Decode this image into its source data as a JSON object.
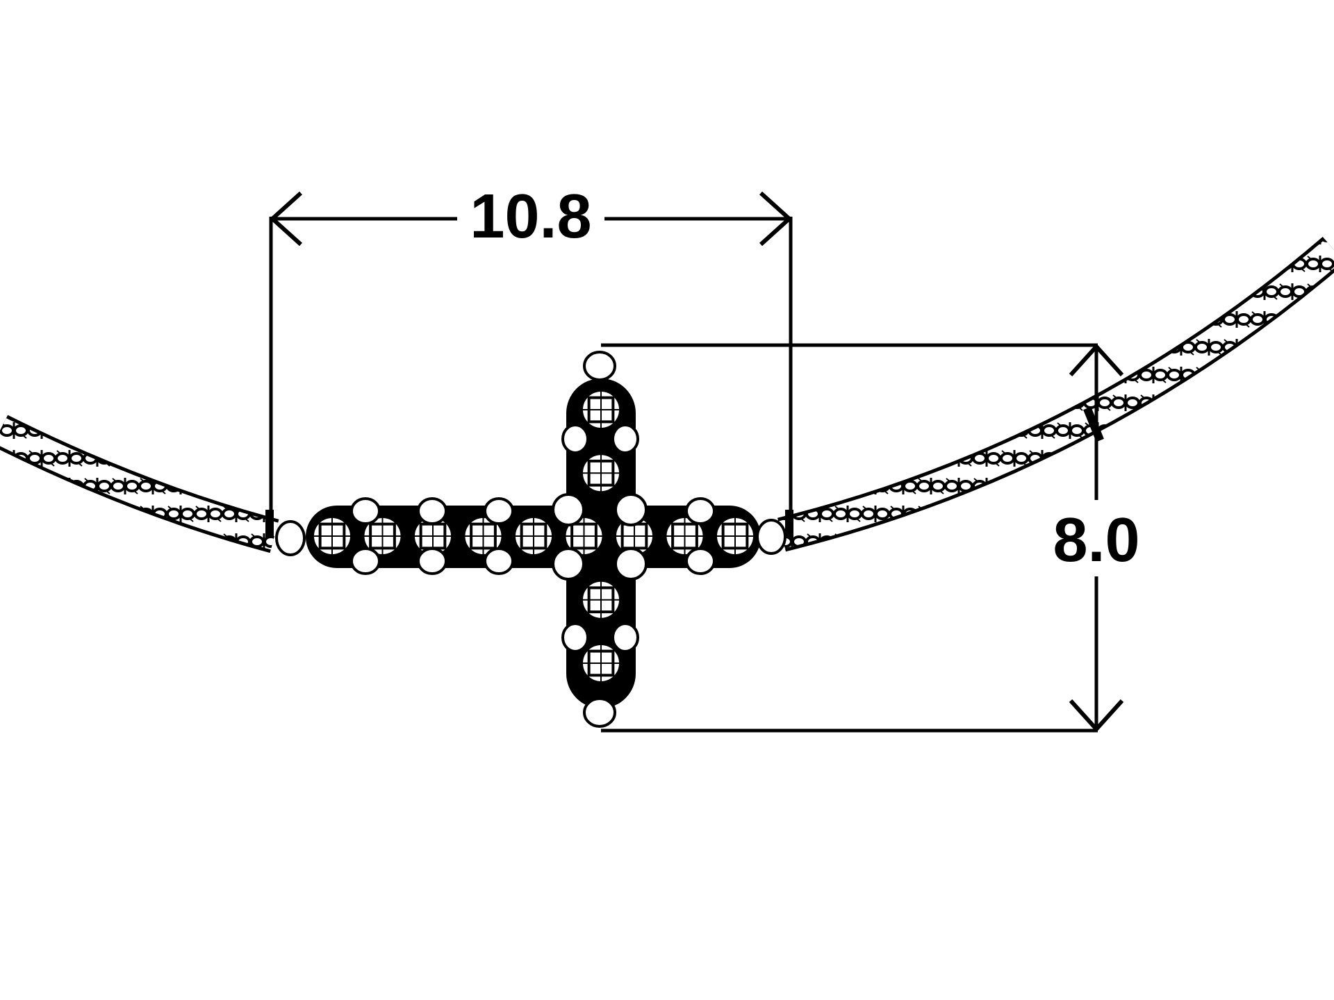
{
  "dimensions": {
    "width_value": "10.8",
    "height_value": "8.0"
  },
  "colors": {
    "ink": "#000000",
    "stone": "#ffffff",
    "background": "#ffffff"
  },
  "counts": {
    "horizontal_stones": 9,
    "vertical_stones": 5
  }
}
